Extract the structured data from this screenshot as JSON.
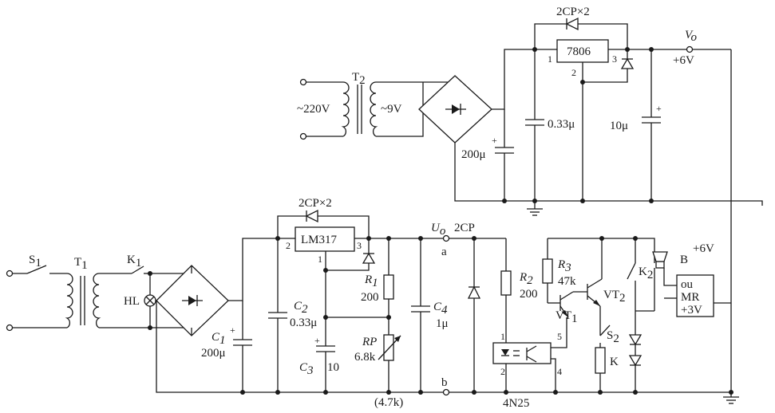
{
  "labels": {
    "top_diodes": "2CP×2",
    "u7806": "7806",
    "pin1_top": "1",
    "pin2_top": "2",
    "pin3_top": "3",
    "vo": "V",
    "vo_sub": "o",
    "plus6v_top": "+6V",
    "t2": "T",
    "t2_sub": "2",
    "mains": "~220V",
    "sec9v": "~9V",
    "c_033_top": "0.33μ",
    "c_200_top": "200μ",
    "c_10_top": "10μ",
    "bot_diodes": "2CP×2",
    "lm317": "LM317",
    "lm_pin2": "2",
    "lm_pin3": "3",
    "lm_pin1": "1",
    "uo": "U",
    "uo_sub": "o",
    "node_a": "a",
    "node_b": "b",
    "diode_2cp": "2CP",
    "r1": "R",
    "r1_sub": "1",
    "r1_val": "200",
    "rp": "RP",
    "rp_val": "6.8k",
    "rp_alt": "(4.7k)",
    "c2": "C",
    "c2_sub": "2",
    "c2_val": "0.33μ",
    "c3": "C",
    "c3_sub": "3",
    "c3_val": "10",
    "c1": "C",
    "c1_sub": "1",
    "c1_val": "200μ",
    "c4": "C",
    "c4_sub": "4",
    "c4_val": "1μ",
    "r2": "R",
    "r2_sub": "2",
    "r2_val": "200",
    "r3": "R",
    "r3_sub": "3",
    "r3_val": "47k",
    "vt1": "VT",
    "vt1_sub": "1",
    "vt2": "VT",
    "vt2_sub": "2",
    "k2": "K",
    "k2_sub": "2",
    "s2": "S",
    "s2_sub": "2",
    "k": "K",
    "b": "B",
    "plus6v_bot": "+6V",
    "mr_ou": "ou",
    "mr_mr": "MR",
    "mr_3v": "+3V",
    "oc_pin1": "1",
    "oc_pin2": "2",
    "oc_pin4": "4",
    "oc_pin5": "5",
    "n4n25": "4N25",
    "s1": "S",
    "s1_sub": "1",
    "t1": "T",
    "t1_sub": "1",
    "k1": "K",
    "k1_sub": "1",
    "hl": "HL"
  }
}
